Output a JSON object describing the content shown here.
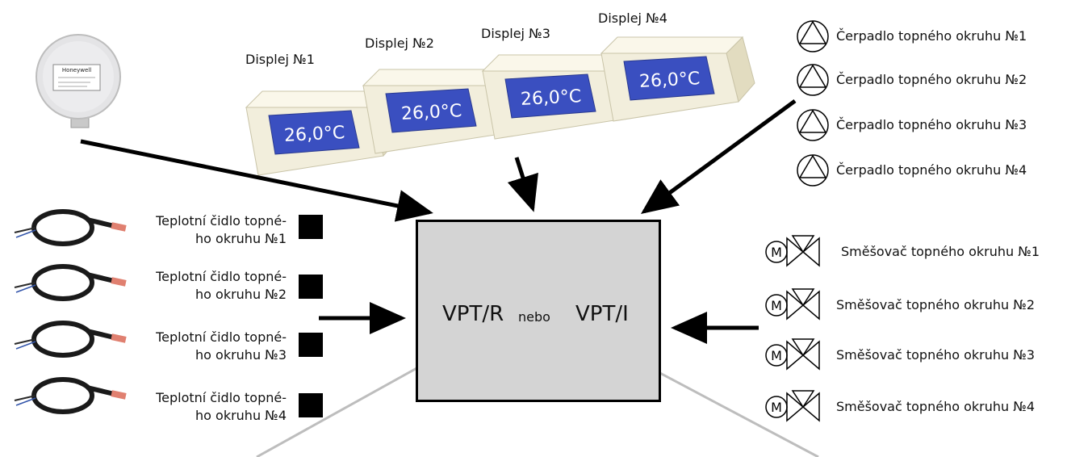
{
  "displays": [
    {
      "label": "Displej №1",
      "temp": "26,0°C"
    },
    {
      "label": "Displej №2",
      "temp": "26,0°C"
    },
    {
      "label": "Displej №3",
      "temp": "26,0°C"
    },
    {
      "label": "Displej №4",
      "temp": "26,0°C"
    }
  ],
  "pumps": [
    "Čerpadlo topného okruhu №1",
    "Čerpadlo topného okruhu №2",
    "Čerpadlo topného okruhu №3",
    "Čerpadlo topného okruhu №4"
  ],
  "sensors": [
    {
      "line1": "Teplotní čidlo topné-",
      "line2": "ho okruhu №1"
    },
    {
      "line1": "Teplotní čidlo topné-",
      "line2": "ho okruhu №2"
    },
    {
      "line1": "Teplotní čidlo topné-",
      "line2": "ho okruhu №3"
    },
    {
      "line1": "Teplotní čidlo topné-",
      "line2": "ho okruhu №4"
    }
  ],
  "mixers": [
    "Směšovač topného okruhu №1",
    "Směšovač topného okruhu №2",
    "Směšovač topného okruhu №3",
    "Směšovač topného okruhu №4"
  ],
  "controller": {
    "left": "VPT/R",
    "middle": "nebo",
    "right": "VPT/I"
  },
  "motor_symbol": "M",
  "outdoor_sensor": {
    "brand": "Honeywell"
  },
  "colors": {
    "box_fill": "#d4d4d4",
    "arrow": "#000000",
    "gray_line": "#bdbdbd",
    "display_screen": "#3a4fc0",
    "display_body": "#f2eedc",
    "sensor_tip": "#e08070"
  }
}
